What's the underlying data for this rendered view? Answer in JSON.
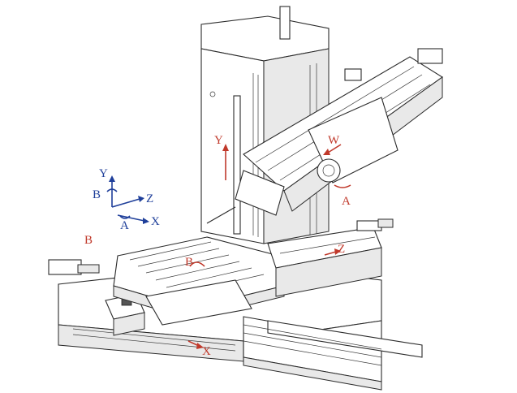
{
  "colors": {
    "machine_axis": "#c0392b",
    "coordinate_frame": "#1f3f9a",
    "outline": "#2a2a2a"
  },
  "coordinate_frame": {
    "y": "Y",
    "z": "Z",
    "x": "X",
    "b": "B",
    "a": "A"
  },
  "machine_axes": {
    "y": "Y",
    "w": "W",
    "a": "A",
    "z": "Z",
    "b": "B",
    "x": "X"
  },
  "side_label_b": "B"
}
